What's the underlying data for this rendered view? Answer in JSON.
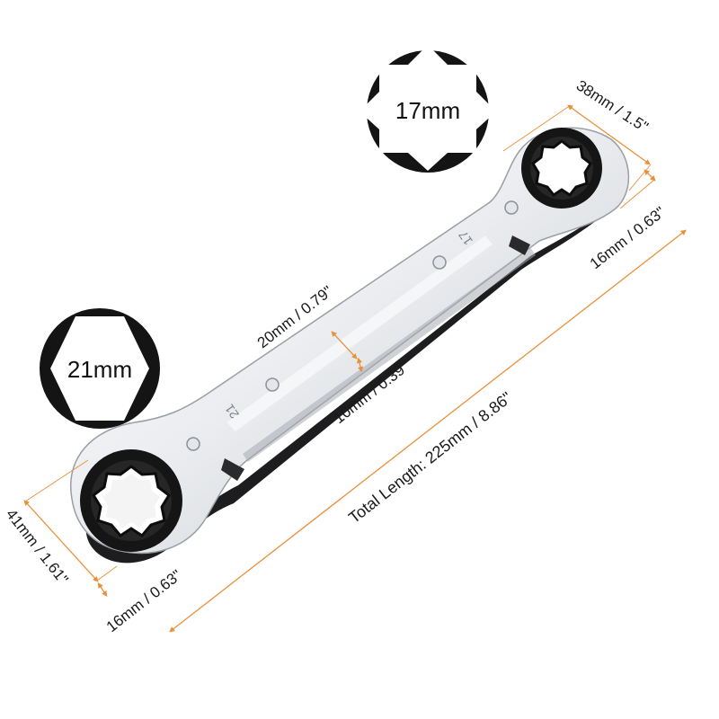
{
  "badges": {
    "top": {
      "text": "17mm"
    },
    "left": {
      "text": "21mm"
    }
  },
  "dimensions": {
    "top_head_width": "38mm / 1.5\"",
    "top_head_thickness": "16mm / 0.63\"",
    "shaft_width": "20mm / 0.79\"",
    "shaft_thickness": "10mm / 0.39\"",
    "total_length": "Total Length: 225mm / 8.86\"",
    "bottom_head_width": "41mm / 1.61\"",
    "bottom_head_thickness": "16mm / 0.63\""
  },
  "stamps": {
    "top_size": "17",
    "bottom_size": "21"
  },
  "colors": {
    "dimension_line": "#e8913a",
    "chrome_light": "#f4f5f7",
    "chrome_mid": "#c8cbd0",
    "socket": "#141414",
    "badge_fill": "#141414"
  }
}
